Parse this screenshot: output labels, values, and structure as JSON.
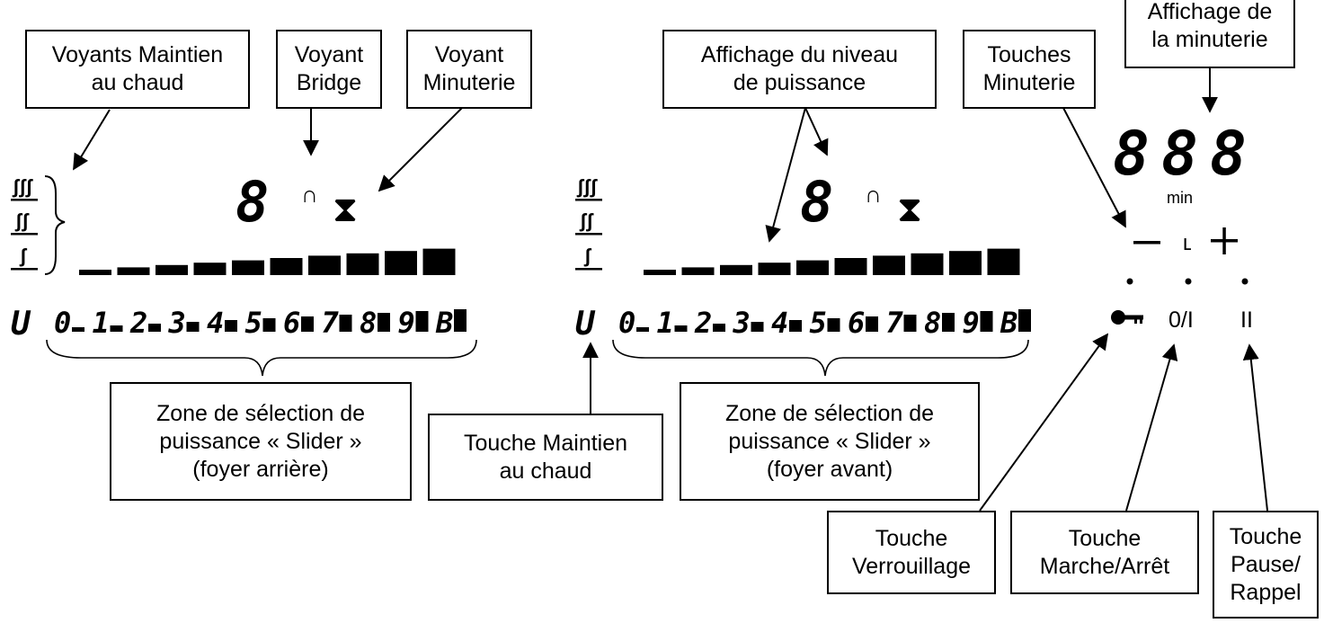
{
  "labels": {
    "voyants_maintien": [
      "Voyants Maintien",
      "au chaud"
    ],
    "voyant_bridge": [
      "Voyant",
      "Bridge"
    ],
    "voyant_minuterie": [
      "Voyant",
      "Minuterie"
    ],
    "affichage_niveau": [
      "Affichage du niveau",
      "de puissance"
    ],
    "touches_minuterie": [
      "Touches",
      "Minuterie"
    ],
    "affichage_minuterie": [
      "Affichage de",
      "la minuterie"
    ],
    "zone_arriere": [
      "Zone de sélection de",
      "puissance «  Slider »",
      "(foyer arrière)"
    ],
    "touche_maintien": [
      "Touche Maintien",
      "au chaud"
    ],
    "zone_avant": [
      "Zone de sélection de",
      "puissance «  Slider »",
      "(foyer avant)"
    ],
    "touche_verrouillage": [
      "Touche",
      "Verrouillage"
    ],
    "touche_marche": [
      "Touche",
      "Marche/Arrêt"
    ],
    "touche_pause": [
      "Touche",
      "Pause/",
      "Rappel"
    ]
  },
  "panel": {
    "power_digit": "8",
    "bridge_symbol": "∩",
    "timer_symbol": "⧗",
    "keep_warm_key": "U",
    "slider_levels": [
      "0",
      "1",
      "2",
      "3",
      "4",
      "5",
      "6",
      "7",
      "8",
      "9",
      "B"
    ],
    "timer_digits": [
      "8",
      "8",
      "8"
    ],
    "timer_unit": "min",
    "minus": "—",
    "clock_symbol": "ʟ",
    "plus": "+",
    "onoff_label": "0/I",
    "pause_label": "II"
  }
}
